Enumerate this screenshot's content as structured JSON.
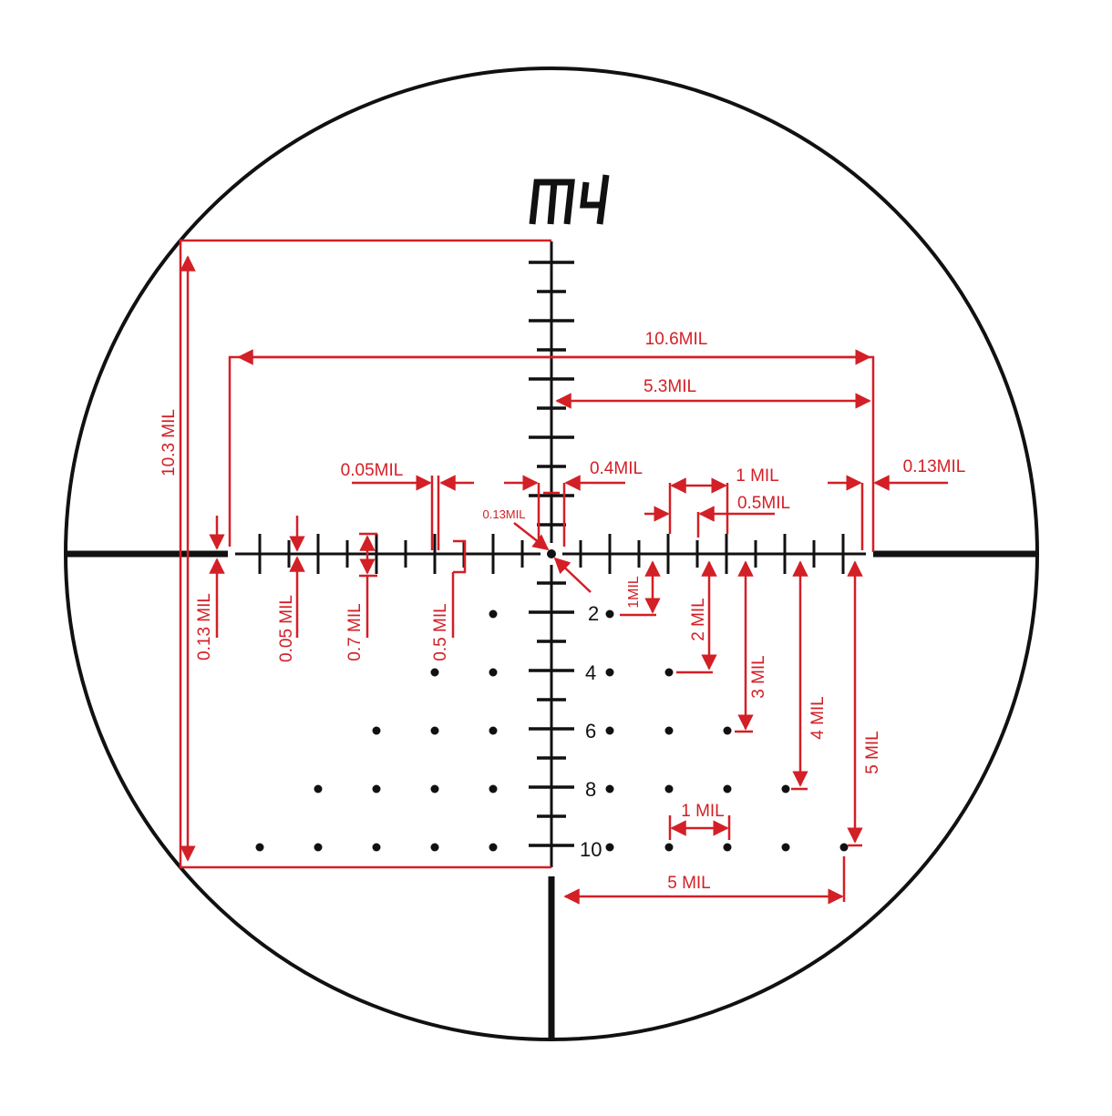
{
  "reticle": {
    "name": "M4",
    "hold_numbers": [
      "2",
      "4",
      "6",
      "8",
      "10"
    ]
  },
  "annotations": {
    "total_width": "10.6MIL",
    "half_width": "5.3MIL",
    "total_height": "10.3 MIL",
    "fine_tick_width": "0.05MIL",
    "center_gap": "0.4MIL",
    "center_dot": "0.13MIL",
    "bar_end_thickness": "0.13MIL",
    "main_tick_spacing": "1 MIL",
    "half_tick_spacing": "0.5MIL",
    "thick_bar_thickness": "0.13 MIL",
    "tick_thickness": "0.05 MIL",
    "major_tick_height": "0.7 MIL",
    "minor_tick_height": "0.5 MIL",
    "drop_1": "1MIL",
    "drop_2": "2 MIL",
    "drop_3": "3 MIL",
    "drop_4": "4 MIL",
    "drop_5": "5 MIL",
    "dot_spacing": "1 MIL",
    "dot_span": "5 MIL"
  },
  "colors": {
    "reticle": "#111111",
    "annotation": "#d31f26",
    "background": "#ffffff"
  }
}
